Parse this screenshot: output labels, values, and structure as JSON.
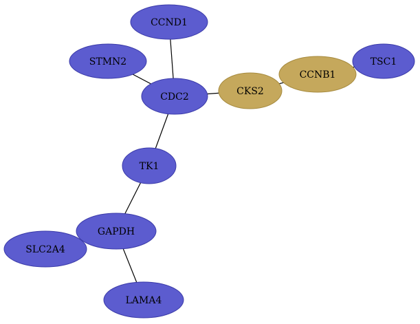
{
  "diagram": {
    "type": "network",
    "colors": {
      "blue_node": "#5c5ccf",
      "blue_stroke": "#3a3aa8",
      "gold_node": "#c5a85c",
      "gold_stroke": "#a68a3e",
      "edge": "#000000",
      "background": "#ffffff"
    },
    "nodes": [
      {
        "id": "CCND1",
        "label": "CCND1",
        "color": "blue"
      },
      {
        "id": "STMN2",
        "label": "STMN2",
        "color": "blue"
      },
      {
        "id": "CDC2",
        "label": "CDC2",
        "color": "blue"
      },
      {
        "id": "CKS2",
        "label": "CKS2",
        "color": "gold"
      },
      {
        "id": "CCNB1",
        "label": "CCNB1",
        "color": "gold"
      },
      {
        "id": "TSC1",
        "label": "TSC1",
        "color": "blue"
      },
      {
        "id": "TK1",
        "label": "TK1",
        "color": "blue"
      },
      {
        "id": "GAPDH",
        "label": "GAPDH",
        "color": "blue"
      },
      {
        "id": "SLC2A4",
        "label": "SLC2A4",
        "color": "blue"
      },
      {
        "id": "LAMA4",
        "label": "LAMA4",
        "color": "blue"
      }
    ],
    "edges": [
      {
        "source": "CCND1",
        "target": "CDC2"
      },
      {
        "source": "STMN2",
        "target": "CDC2"
      },
      {
        "source": "CDC2",
        "target": "CKS2"
      },
      {
        "source": "CKS2",
        "target": "CCNB1"
      },
      {
        "source": "CCNB1",
        "target": "TSC1"
      },
      {
        "source": "CDC2",
        "target": "TK1"
      },
      {
        "source": "TK1",
        "target": "GAPDH"
      },
      {
        "source": "GAPDH",
        "target": "SLC2A4"
      },
      {
        "source": "GAPDH",
        "target": "LAMA4"
      }
    ]
  }
}
